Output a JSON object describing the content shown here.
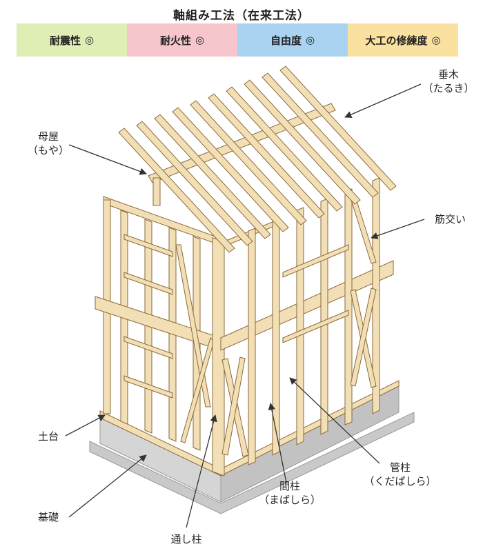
{
  "title": "軸組み工法（在来工法）",
  "properties": [
    {
      "label": "耐震性",
      "mark": "◎",
      "color": "#dfeeb4"
    },
    {
      "label": "耐火性",
      "mark": "◎",
      "color": "#f7c6cc"
    },
    {
      "label": "自由度",
      "mark": "◎",
      "color": "#a9d3f0"
    },
    {
      "label": "大工の修練度",
      "mark": "◎",
      "color": "#fbe1a0"
    }
  ],
  "callouts": {
    "taruki": {
      "name": "垂木",
      "reading": "（たるき）"
    },
    "moya": {
      "name": "母屋",
      "reading": "（もや）"
    },
    "sujikai": {
      "name": "筋交い"
    },
    "dodai": {
      "name": "土台"
    },
    "kiso": {
      "name": "基礎"
    },
    "kudabashira": {
      "name": "管柱",
      "reading": "（くだばしら）"
    },
    "mabashira": {
      "name": "間柱",
      "reading": "（まばしら）"
    },
    "toshibashira": {
      "name": "通し柱"
    }
  },
  "colors": {
    "wood": "#f3dfb5",
    "wood_stroke": "#8a6a3a",
    "foundation": "#d2d2d2",
    "foundation_dark": "#b5b5b5"
  }
}
